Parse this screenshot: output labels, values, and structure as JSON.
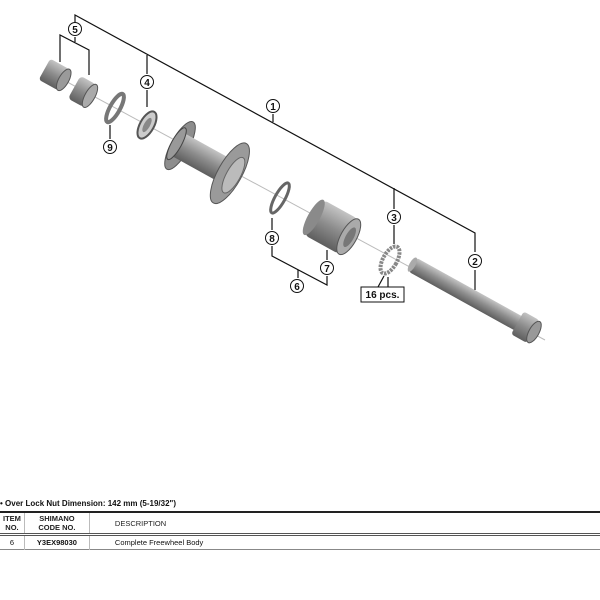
{
  "callouts": {
    "c1": "1",
    "c2": "2",
    "c3": "3",
    "c4": "4",
    "c5": "5",
    "c6": "6",
    "c7": "7",
    "c8": "8",
    "c9": "9",
    "quantity_note": "16 pcs."
  },
  "dimension_note": "• Over Lock Nut Dimension: 142 mm (5-19/32\")",
  "table": {
    "headers": {
      "item_line1": "ITEM",
      "item_line2": "NO.",
      "code_line1": "SHIMANO",
      "code_line2": "CODE NO.",
      "description": "DESCRIPTION"
    },
    "rows": [
      {
        "item": "6",
        "code": "Y3EX98030",
        "description": "Complete Freewheel Body"
      }
    ]
  },
  "colors": {
    "part_gray": "#8a8a8a",
    "line": "#111111"
  }
}
